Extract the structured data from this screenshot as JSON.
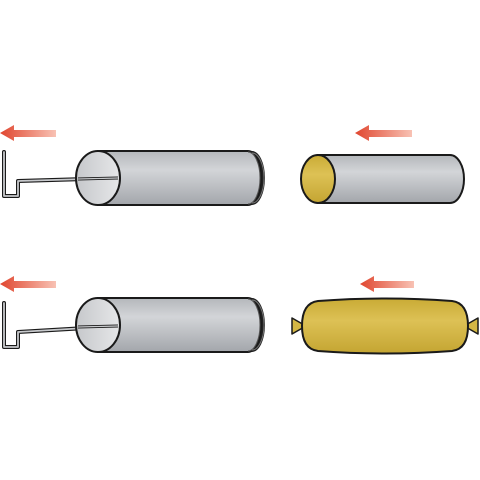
{
  "diagram": {
    "panels": [
      {
        "id": "top-left",
        "item": "empty-tube-with-hook",
        "arrow_direction": "left"
      },
      {
        "id": "top-right",
        "item": "rigid-cartridge",
        "arrow_direction": "left"
      },
      {
        "id": "bottom-left",
        "item": "empty-tube-with-hook",
        "arrow_direction": "left"
      },
      {
        "id": "bottom-right",
        "item": "soft-sausage-pack",
        "arrow_direction": "left"
      }
    ],
    "colors": {
      "background": "#ffffff",
      "arrow_light": "#f6b6a8",
      "arrow_dark": "#e0462f",
      "tube_light": "#c9cbce",
      "tube_dark": "#9da1a6",
      "outline": "#1a1a1a",
      "cartridge_fill": "#d4b744",
      "cartridge_light": "#e3c75a"
    }
  }
}
